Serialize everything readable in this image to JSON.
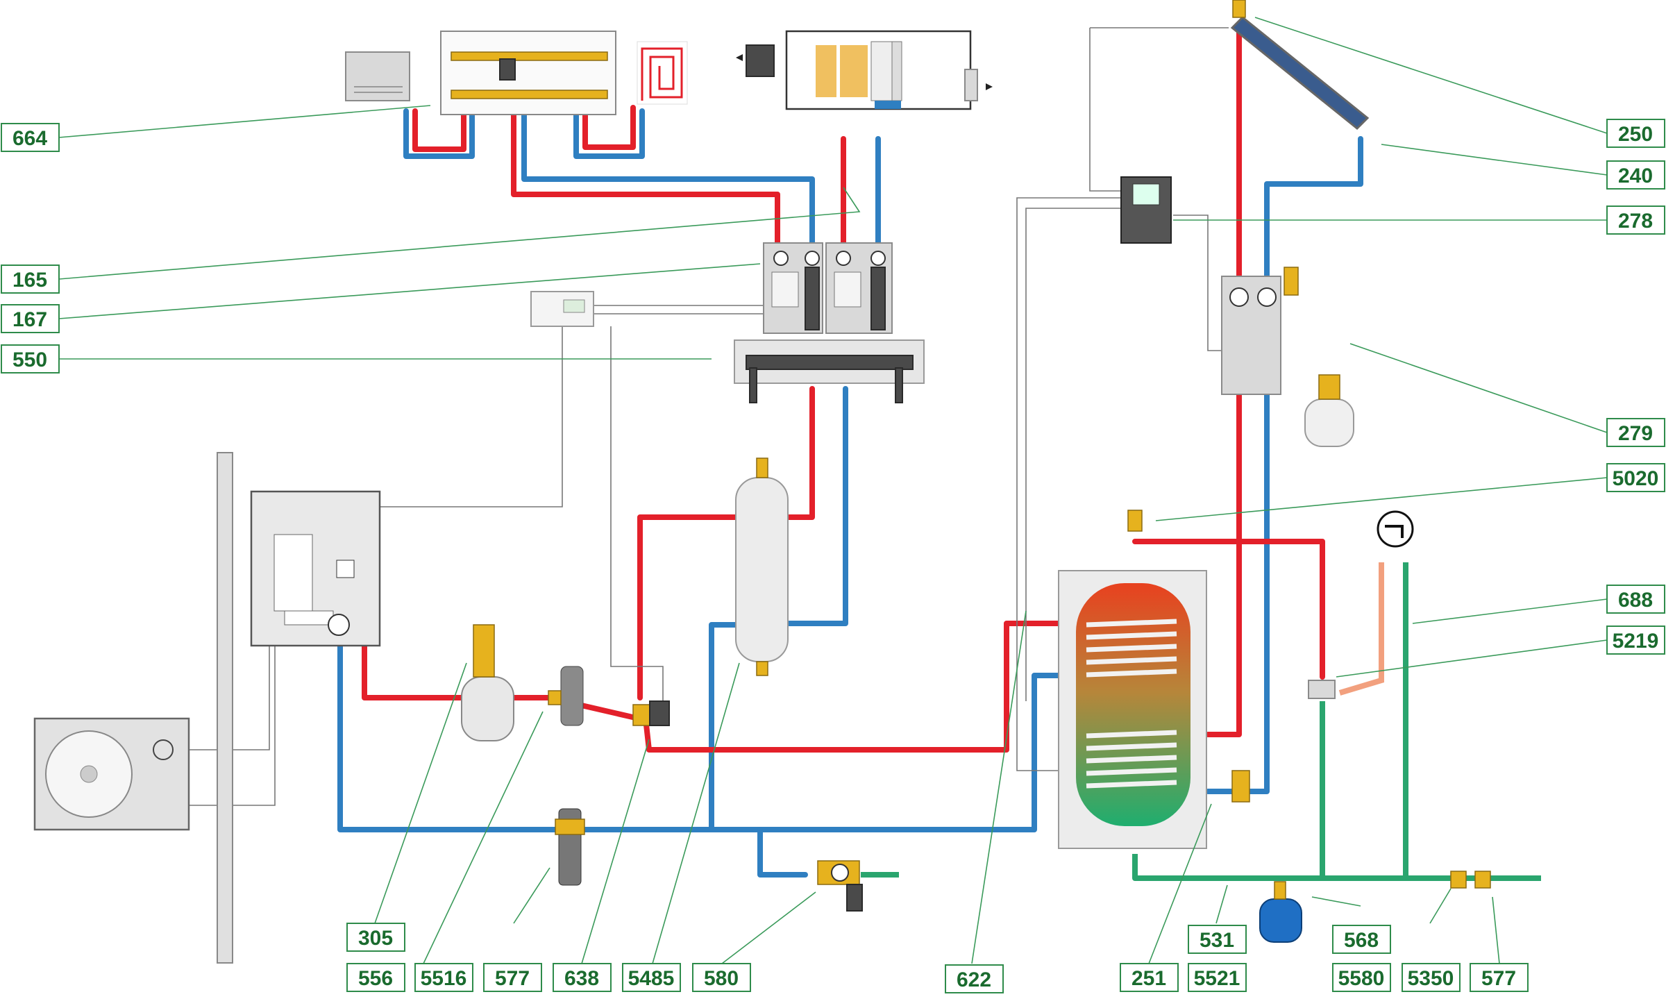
{
  "labels": {
    "l664": "664",
    "l165": "165",
    "l167": "167",
    "l550": "550",
    "l250": "250",
    "l240": "240",
    "l278": "278",
    "l279": "279",
    "l5020": "5020",
    "l688": "688",
    "l5219": "5219",
    "l305": "305",
    "l556": "556",
    "l5516": "5516",
    "l577a": "577",
    "l638": "638",
    "l5485": "5485",
    "l580": "580",
    "l622": "622",
    "l251": "251",
    "l531": "531",
    "l5521": "5521",
    "l568": "568",
    "l5580": "5580",
    "l5350": "5350",
    "l577b": "577"
  },
  "colors": {
    "hot_pipe": "#e3202a",
    "cold_pipe": "#2f7fc1",
    "domestic_water": "#2aa56e",
    "label_border": "#2e8b4a",
    "label_text": "#1a6b2e"
  }
}
